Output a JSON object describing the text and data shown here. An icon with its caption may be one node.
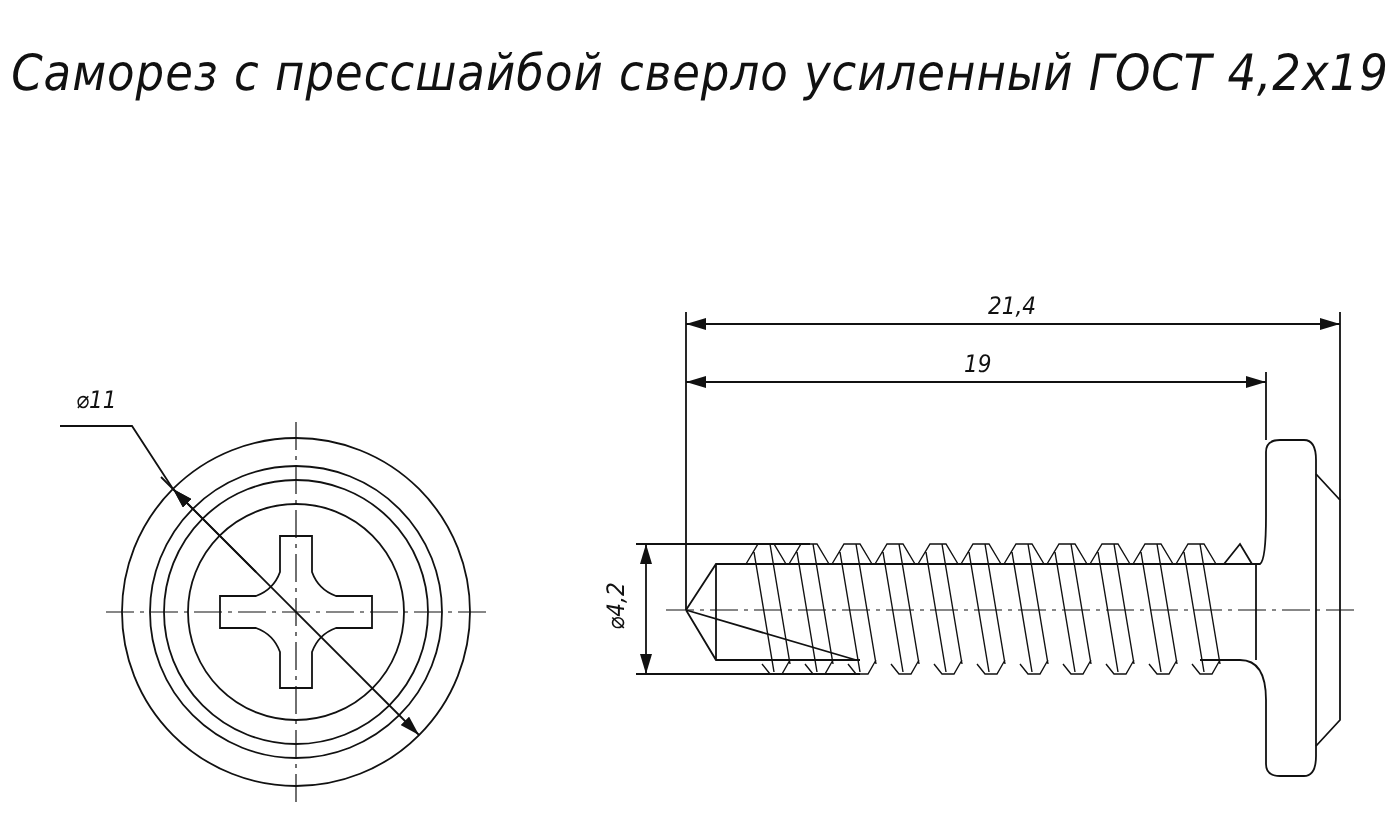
{
  "diagram": {
    "title": "Саморез с прессшайбой сверло усиленный ГОСТ 4,2х19",
    "labels": [
      "⌀11",
      "21,4",
      "19",
      "⌀4,2"
    ]
  }
}
